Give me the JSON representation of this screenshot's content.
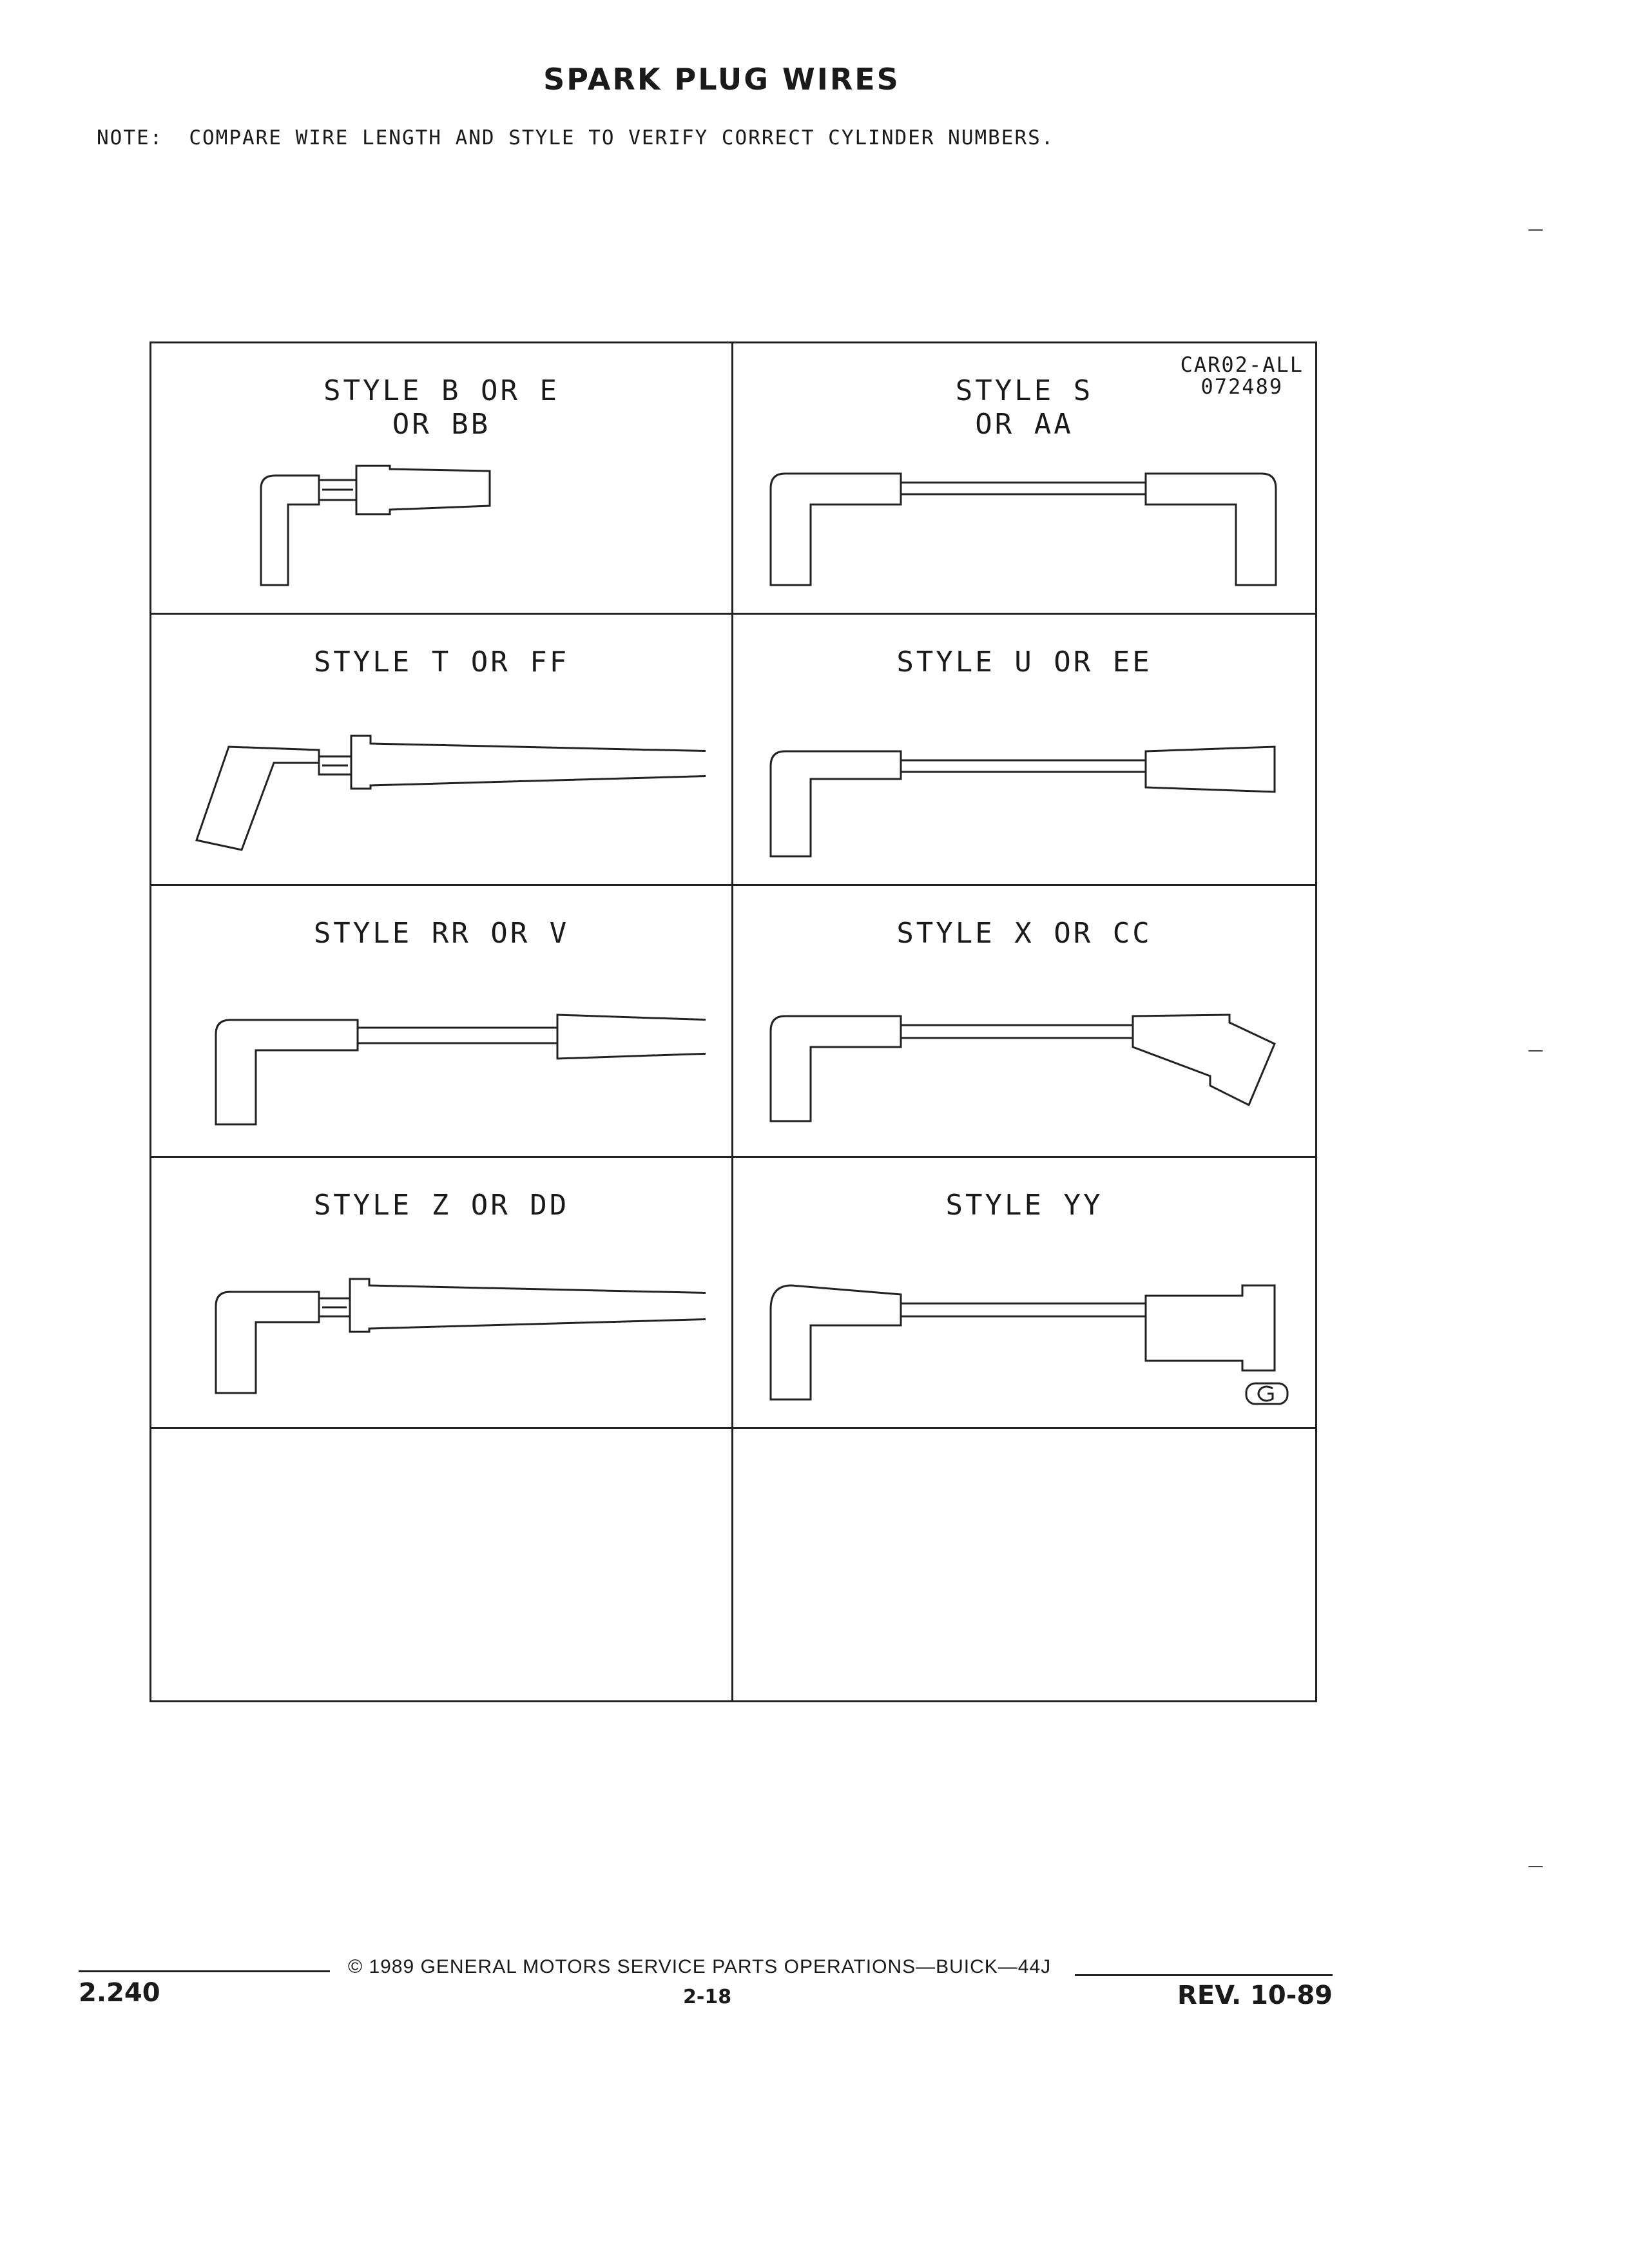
{
  "document": {
    "title": "SPARK PLUG WIRES",
    "note_label": "NOTE:",
    "note_text": "COMPARE WIRE LENGTH AND STYLE TO VERIFY CORRECT CYLINDER NUMBERS."
  },
  "cells": [
    {
      "label": "STYLE B OR E\nOR BB",
      "ref": ""
    },
    {
      "label": "STYLE S\nOR AA",
      "ref": "CAR02-ALL\n072489"
    },
    {
      "label": "STYLE T OR FF",
      "ref": ""
    },
    {
      "label": "STYLE U OR EE",
      "ref": ""
    },
    {
      "label": "STYLE RR OR V",
      "ref": ""
    },
    {
      "label": "STYLE X OR CC",
      "ref": ""
    },
    {
      "label": "STYLE Z OR DD",
      "ref": ""
    },
    {
      "label": "STYLE YY",
      "ref": ""
    },
    {
      "label": "",
      "ref": ""
    },
    {
      "label": "",
      "ref": ""
    }
  ],
  "footer": {
    "page_left": "2.240",
    "copyright": "© 1989 GENERAL MOTORS SERVICE PARTS OPERATIONS—BUICK—44J",
    "page_center": "2-18",
    "page_right": "REV. 10-89"
  }
}
